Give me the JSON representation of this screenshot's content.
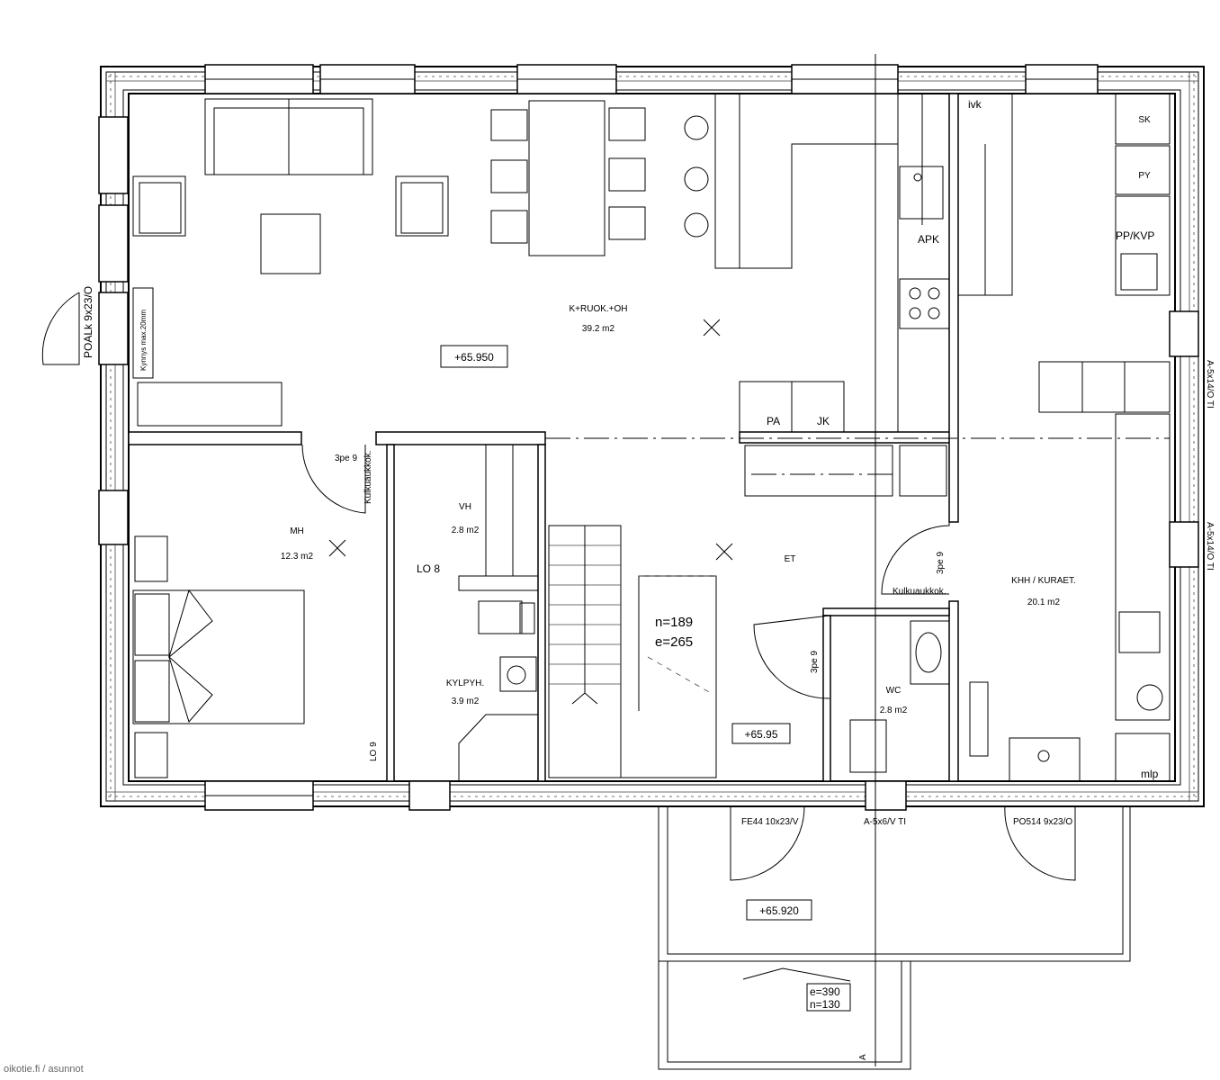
{
  "rooms": {
    "living": {
      "name": "K+RUOK.+OH",
      "area": "39.2 m2"
    },
    "bedroom": {
      "name": "MH",
      "area": "12.3 m2"
    },
    "wardrobe": {
      "name": "VH",
      "area": "2.8 m2"
    },
    "bath": {
      "name": "KYLPYH.",
      "area": "3.9 m2"
    },
    "hall": {
      "name": "ET"
    },
    "utility": {
      "name": "KHH / KURAET.",
      "area": "20.1 m2"
    },
    "wc": {
      "name": "WC",
      "area": "2.8 m2"
    }
  },
  "levels": {
    "main": "+65.950",
    "hall": "+65.95",
    "porch": "+65.920"
  },
  "stairs": {
    "inner": [
      "n=189",
      "e=265"
    ],
    "outer": [
      "e=390",
      "n=130"
    ]
  },
  "fixtures": {
    "sk": "SK",
    "py": "PY",
    "ppkvp": "PP/KVP",
    "apk": "APK",
    "pa": "PA",
    "jk": "JK",
    "ivk": "ivk",
    "mlp": "mlp"
  },
  "labels": {
    "lo8": "LO 8",
    "lo9": "LO 9",
    "door_3pe9_a": "3pe 9",
    "door_3pe9_b": "3pe 9",
    "door_3pe9_c": "3pe 9",
    "kulku_a": "Kulkuaukkok.",
    "kulku_b": "Kulkuaukkok.",
    "poalk": "POALk 9x23/O",
    "kynnys": "Kynnys max.20mm",
    "fe44": "FE44 10x23/V",
    "a5x6": "A-5x6/V TI",
    "po514": "PO514 9x23/O",
    "a5x14_a": "A-5x14/O TI",
    "a5x14_b": "A-5x14/O TI",
    "section_a": "A"
  },
  "footer": "oikotie.fi / asunnot"
}
